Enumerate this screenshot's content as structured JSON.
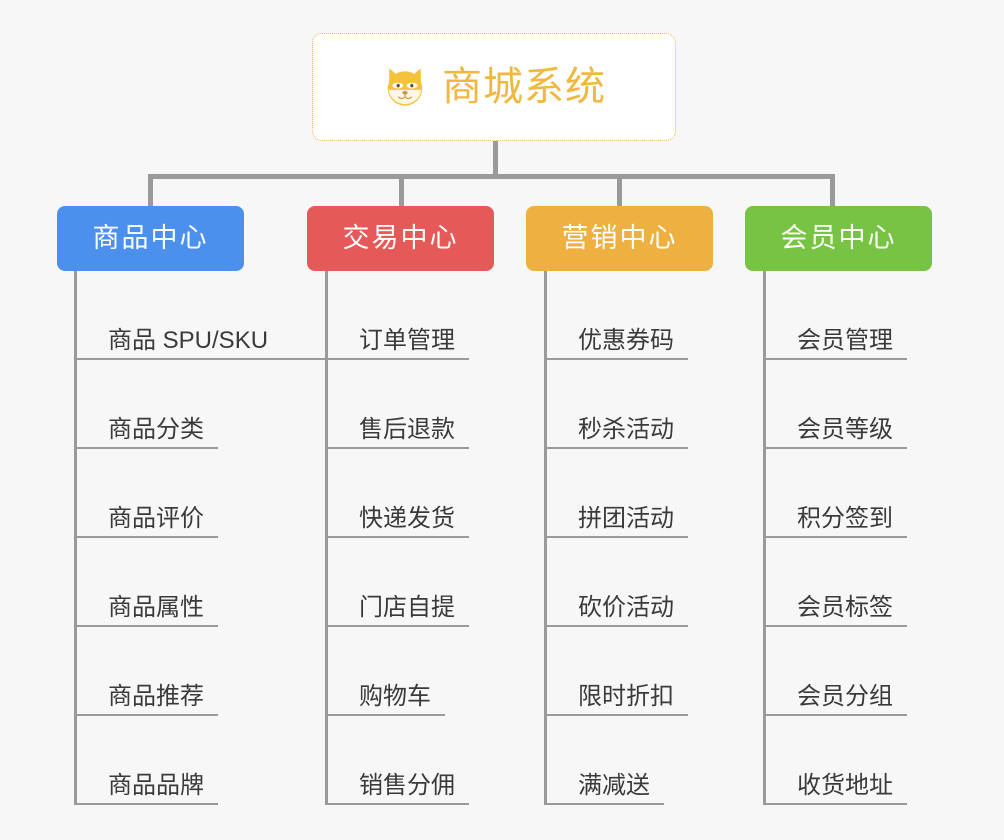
{
  "diagram": {
    "type": "organization-tree",
    "background_color": "#f7f7f7",
    "line_color": "#9a9a9a",
    "root": {
      "title": "商城系统",
      "icon": "shiba-dog-face-icon",
      "accent_color": "#f0b840",
      "border_style": "dotted"
    },
    "categories": [
      {
        "label": "商品中心",
        "color": "#4a90ec",
        "items": [
          "商品 SPU/SKU",
          "商品分类",
          "商品评价",
          "商品属性",
          "商品推荐",
          "商品品牌"
        ]
      },
      {
        "label": "交易中心",
        "color": "#e55a58",
        "items": [
          "订单管理",
          "售后退款",
          "快递发货",
          "门店自提",
          "购物车",
          "销售分佣"
        ]
      },
      {
        "label": "营销中心",
        "color": "#eeb040",
        "items": [
          "优惠券码",
          "秒杀活动",
          "拼团活动",
          "砍价活动",
          "限时折扣",
          "满减送"
        ]
      },
      {
        "label": "会员中心",
        "color": "#77c344",
        "items": [
          "会员管理",
          "会员等级",
          "积分签到",
          "会员标签",
          "会员分组",
          "收货地址"
        ]
      }
    ]
  }
}
